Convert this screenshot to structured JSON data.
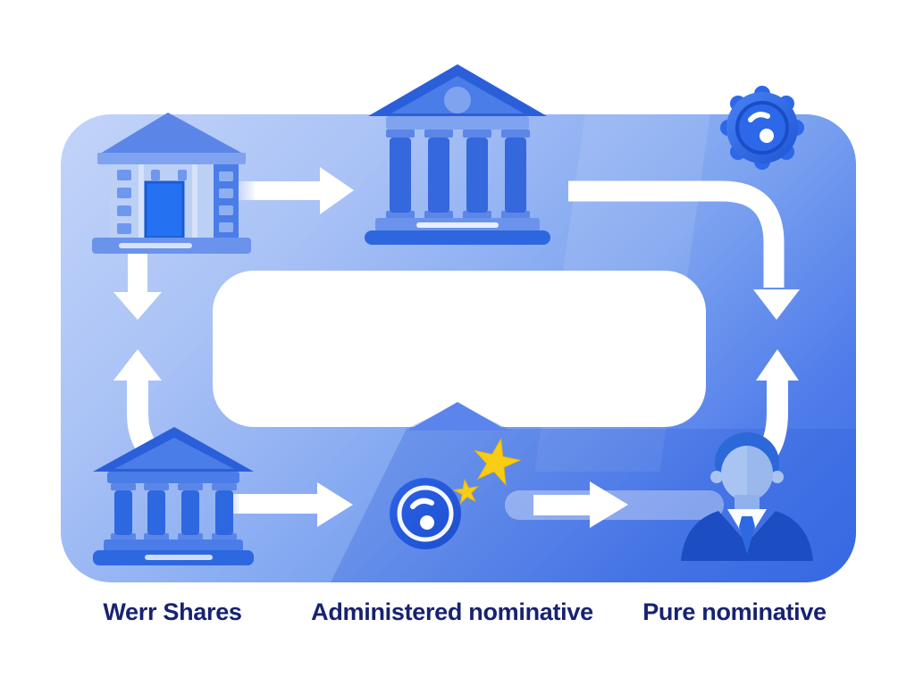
{
  "scene": {
    "background_color": "#ffffff",
    "panel": {
      "gradient_start": "#c3d4f9",
      "gradient_mid": "#7ea4f0",
      "gradient_end": "#3b6ce6",
      "card_color": "#ffffff"
    },
    "accent": {
      "icon_blue": "#2d68e0",
      "icon_blue_dark": "#1d4dc2",
      "icon_blue_light": "#bcd0f6",
      "arrow_white": "#ffffff",
      "star_yellow": "#f8cd15",
      "label_navy": "#172270"
    }
  },
  "labels": {
    "left": "Werr Shares",
    "center": "Administered nominative",
    "right": "Pure nominative"
  },
  "icons": {
    "top_left": "bank-branch-building",
    "top_center": "central-bank-columns",
    "top_right": "gear-coin",
    "bottom_left": "bank-columns",
    "bottom_center": "coin-badge",
    "bottom_center_accent": "two-stars",
    "bottom_right": "investor-person"
  },
  "arrows": [
    {
      "id": "top-left-to-center",
      "direction": "right"
    },
    {
      "id": "center-to-right-elbow",
      "direction": "right-then-down"
    },
    {
      "id": "left-column-down",
      "direction": "down"
    },
    {
      "id": "left-column-up",
      "direction": "up"
    },
    {
      "id": "right-column-up",
      "direction": "up"
    },
    {
      "id": "bottom-left-to-coin",
      "direction": "right"
    },
    {
      "id": "coin-to-person",
      "direction": "right"
    }
  ]
}
